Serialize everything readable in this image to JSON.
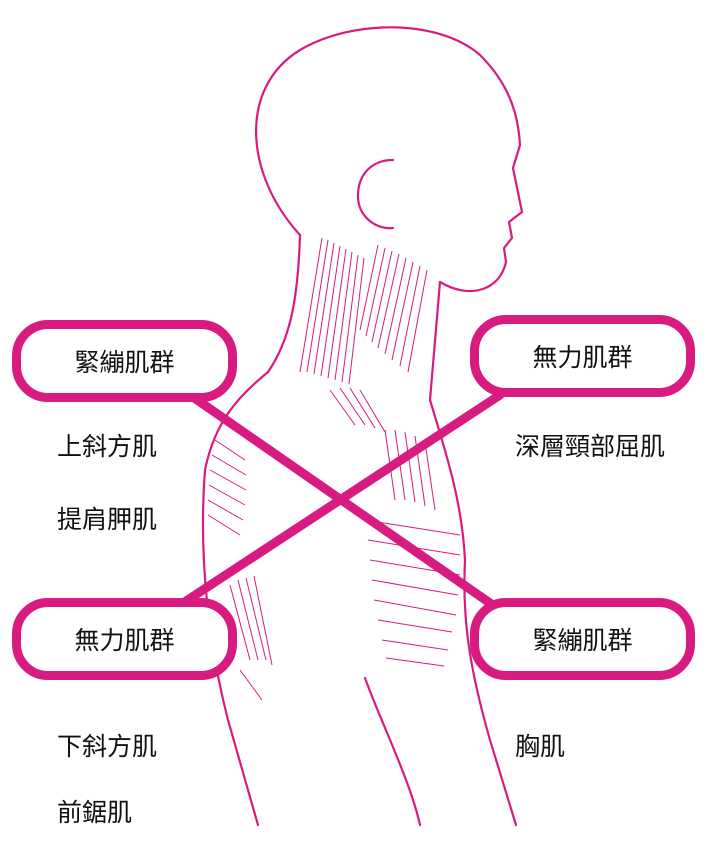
{
  "colors": {
    "accent": "#d81b80",
    "text": "#111111",
    "background": "#ffffff"
  },
  "top_left": {
    "group": "緊繃肌群",
    "muscles": [
      "上斜方肌",
      "提肩胛肌"
    ]
  },
  "top_right": {
    "group": "無力肌群",
    "muscles": [
      "深層頸部屈肌"
    ]
  },
  "bottom_left": {
    "group": "無力肌群",
    "muscles": [
      "下斜方肌",
      "前鋸肌"
    ]
  },
  "bottom_right": {
    "group": "緊繃肌群",
    "muscles": [
      "胸肌"
    ]
  }
}
